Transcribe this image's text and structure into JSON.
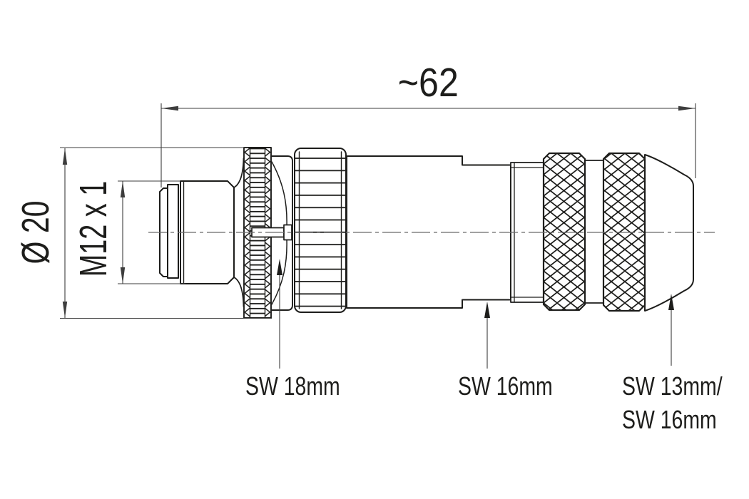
{
  "drawing": {
    "title": "M12 male cable connector dimensional drawing",
    "background_color": "#ffffff",
    "line_color": "#1d1d1b",
    "dim_line_color": "#3d3d3d",
    "centerline_color": "#6a6a6a",
    "dimensions": {
      "overall_length": "~62",
      "outer_diameter": "Ø 20",
      "thread": "M12 x 1"
    },
    "labels": {
      "coupling_nut": "SW 18mm",
      "body_hex": "SW 16mm",
      "gland_line1": "SW 13mm/",
      "gland_line2": "SW 16mm"
    }
  }
}
